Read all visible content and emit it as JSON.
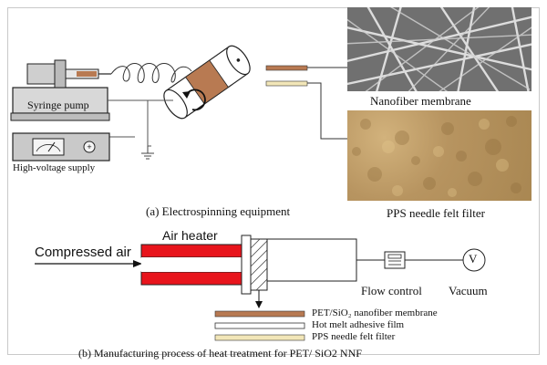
{
  "part_a": {
    "syringe_pump_label": "Syringe pump",
    "hv_supply_label": "High-voltage supply",
    "nanofiber_label": "Nanofiber membrane",
    "felt_label": "PPS needle felt filter",
    "caption": "(a)  Electrospinning equipment"
  },
  "part_b": {
    "compressed_air_label": "Compressed air",
    "air_heater_label": "Air heater",
    "flow_control_label": "Flow control",
    "vacuum_label": "Vacuum",
    "vacuum_symbol": "V",
    "legend": [
      {
        "label": "PET/SiO₂ nanofiber membrane",
        "color": "#b87a52"
      },
      {
        "label": "Hot melt adhesive film",
        "color": "#ffffff"
      },
      {
        "label": "PPS needle felt filter",
        "color": "#f2e6b8"
      }
    ],
    "caption": "(b) Manufacturing process of heat treatment for PET/ SiO2 NNF"
  },
  "colors": {
    "heater_red": "#e8141c",
    "membrane_brown": "#b87a52",
    "felt_cream": "#f2e6b8"
  }
}
